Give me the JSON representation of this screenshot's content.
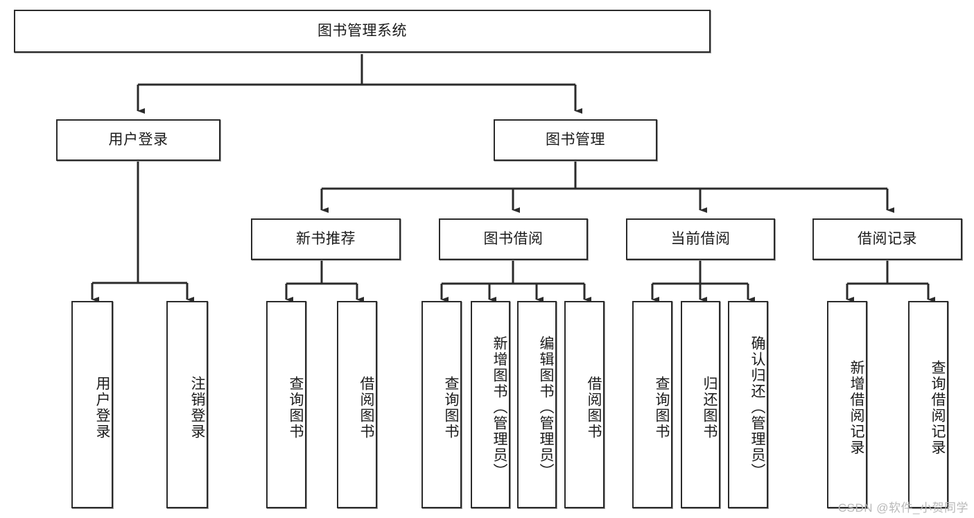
{
  "diagram": {
    "title": "图书管理系统",
    "type": "tree",
    "watermark": "CSDN @软件_小贺同学",
    "colors": {
      "box_stroke": "#2b2b2b",
      "box_fill": "#ffffff",
      "connector": "#2b2b2b",
      "text": "#1b1b1b",
      "watermark": "#b9b9b9",
      "background": "#ffffff"
    },
    "nodes": {
      "root": {
        "label": "图书管理系统",
        "orientation": "horizontal"
      },
      "level2": [
        {
          "label": "用户登录",
          "orientation": "horizontal"
        },
        {
          "label": "图书管理",
          "orientation": "horizontal"
        }
      ],
      "level3": [
        {
          "label": "新书推荐",
          "orientation": "horizontal"
        },
        {
          "label": "图书借阅",
          "orientation": "horizontal"
        },
        {
          "label": "当前借阅",
          "orientation": "horizontal"
        },
        {
          "label": "借阅记录",
          "orientation": "horizontal"
        }
      ],
      "leaves": {
        "user_login": [
          {
            "label": "用户登录",
            "orientation": "vertical"
          },
          {
            "label": "注销登录",
            "orientation": "vertical"
          }
        ],
        "new_book_recommend": [
          {
            "label": "查询图书",
            "orientation": "vertical"
          },
          {
            "label": "借阅图书",
            "orientation": "vertical"
          }
        ],
        "book_borrow": [
          {
            "label": "查询图书",
            "orientation": "vertical"
          },
          {
            "label": "新增图书（管理员）",
            "orientation": "vertical"
          },
          {
            "label": "编辑图书（管理员）",
            "orientation": "vertical"
          },
          {
            "label": "借阅图书",
            "orientation": "vertical"
          }
        ],
        "current_borrow": [
          {
            "label": "查询图书",
            "orientation": "vertical"
          },
          {
            "label": "归还图书",
            "orientation": "vertical"
          },
          {
            "label": "确认归还（管理员）",
            "orientation": "vertical"
          }
        ],
        "borrow_record": [
          {
            "label": "新增借阅记录",
            "orientation": "vertical"
          },
          {
            "label": "查询借阅记录",
            "orientation": "vertical"
          }
        ]
      }
    }
  }
}
